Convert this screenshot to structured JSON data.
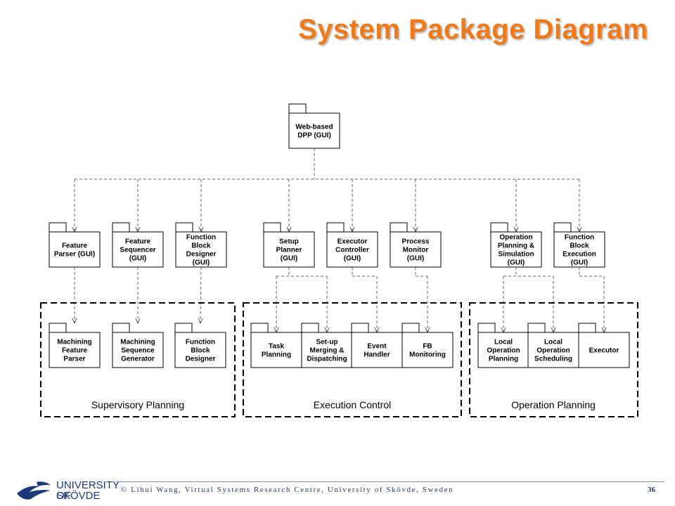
{
  "title": "System Package Diagram",
  "top_package": {
    "lines": [
      "Web-based",
      "DPP (GUI)"
    ]
  },
  "gui_packages": [
    {
      "lines": [
        "Feature",
        "Parser (GUI)"
      ]
    },
    {
      "lines": [
        "Feature",
        "Sequencer",
        "(GUI)"
      ]
    },
    {
      "lines": [
        "Function",
        "Block",
        "Designer",
        "(GUI)"
      ]
    },
    {
      "lines": [
        "Setup",
        "Planner",
        "(GUI)"
      ]
    },
    {
      "lines": [
        "Executor",
        "Controller",
        "(GUI)"
      ]
    },
    {
      "lines": [
        "Process",
        "Monitor",
        "(GUI)"
      ]
    },
    {
      "lines": [
        "Operation",
        "Planning &",
        "Simulation",
        "(GUI)"
      ]
    },
    {
      "lines": [
        "Function",
        "Block",
        "Execution",
        "(GUI)"
      ]
    }
  ],
  "groups": [
    {
      "label": "Supervisory Planning",
      "packages": [
        {
          "lines": [
            "Machining",
            "Feature",
            "Parser"
          ]
        },
        {
          "lines": [
            "Machining",
            "Sequence",
            "Generator"
          ]
        },
        {
          "lines": [
            "Function",
            "Block",
            "Designer"
          ]
        }
      ]
    },
    {
      "label": "Execution Control",
      "packages": [
        {
          "lines": [
            "Task",
            "Planning"
          ]
        },
        {
          "lines": [
            "Set-up",
            "Merging &",
            "Dispatching"
          ]
        },
        {
          "lines": [
            "Event",
            "Handler"
          ]
        },
        {
          "lines": [
            "FB",
            "Monitoring"
          ]
        }
      ]
    },
    {
      "label": "Operation Planning",
      "packages": [
        {
          "lines": [
            "Local",
            "Operation",
            "Planning"
          ]
        },
        {
          "lines": [
            "Local",
            "Operation",
            "Scheduling"
          ]
        },
        {
          "lines": [
            "Executor"
          ]
        }
      ]
    }
  ],
  "footer": {
    "text": "© Lihui Wang, Virtual Systems Research Centre, University of Skövde, Sweden",
    "page_number": "36",
    "logo_line1": "UNIVERSITY OF",
    "logo_line2": "SKÖVDE"
  }
}
